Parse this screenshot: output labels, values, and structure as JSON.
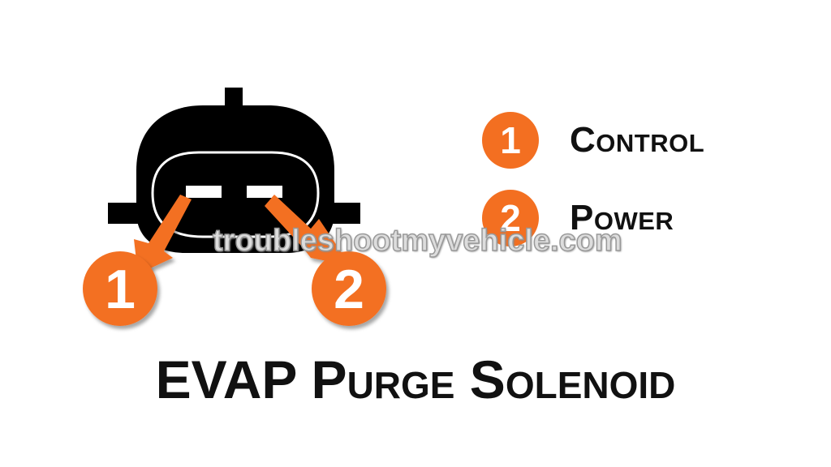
{
  "legend": [
    {
      "number": "1",
      "label": "Control"
    },
    {
      "number": "2",
      "label": "Power"
    }
  ],
  "pin_callouts": [
    {
      "number": "1"
    },
    {
      "number": "2"
    }
  ],
  "title": "EVAP Purge Solenoid",
  "watermark": "troubleshootmyvehicle.com",
  "colors": {
    "accent": "#f36f21",
    "connector": "#000000",
    "text": "#111111"
  }
}
